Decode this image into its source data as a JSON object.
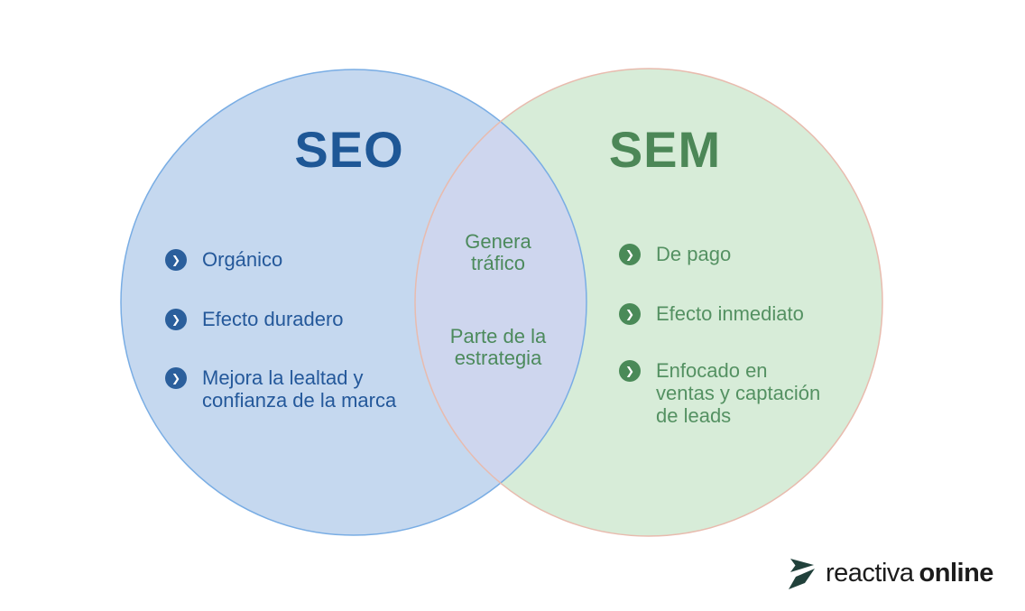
{
  "canvas": {
    "background": "#ffffff"
  },
  "icons": {
    "chevron_right": "❯"
  },
  "venn": {
    "left_circle": {
      "title": "SEO",
      "fill": "#C5D8EF",
      "stroke": "#79ADE4",
      "title_color": "#1E5796",
      "text_color": "#24589A",
      "bullet_color": "#2B5F9C",
      "items": [
        {
          "label": "Orgánico",
          "lines": [
            "Orgánico"
          ]
        },
        {
          "label": "Efecto duradero",
          "lines": [
            "Efecto duradero"
          ]
        },
        {
          "label": "Mejora la lealtad y confianza de la marca",
          "lines": [
            "Mejora la lealtad y",
            "confianza de la marca"
          ]
        }
      ]
    },
    "right_circle": {
      "title": "SEM",
      "fill": "#D7ECD8",
      "stroke": "#E8BBAE",
      "title_color": "#4C8757",
      "text_color": "#549162",
      "bullet_color": "#4A8A58",
      "items": [
        {
          "label": "De pago",
          "lines": [
            "De pago"
          ]
        },
        {
          "label": "Efecto inmediato",
          "lines": [
            "Efecto inmediato"
          ]
        },
        {
          "label": "Enfocado en ventas y captación de leads",
          "lines": [
            "Enfocado en",
            "ventas y captación",
            "de leads"
          ]
        }
      ]
    },
    "overlap": {
      "fill": "#CED6EE",
      "text_color": "#4C8A5C",
      "items": [
        {
          "label": "Genera tráfico",
          "lines": [
            "Genera",
            "tráfico"
          ]
        },
        {
          "label": "Parte de la estrategia",
          "lines": [
            "Parte de la",
            "estrategia"
          ]
        }
      ]
    }
  },
  "footer": {
    "logo": {
      "icon": "reactiva-arrows-mark",
      "icon_color": "#21413B",
      "text_regular": "reactiva",
      "text_bold": "online",
      "text_color": "#1C1C1C"
    }
  }
}
